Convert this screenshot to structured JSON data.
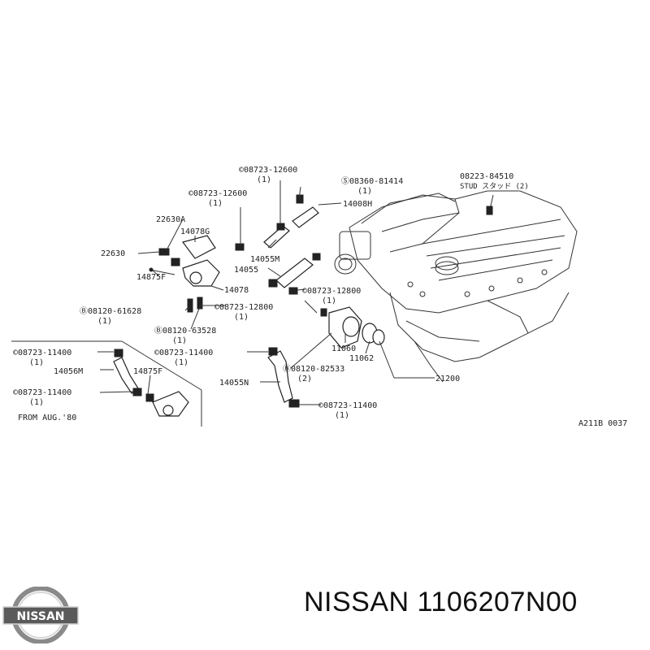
{
  "labels": {
    "c08723_12600_a": "©08723-12600",
    "q1_a": "(1)",
    "s08360_81414": "Ⓢ08360-81414",
    "q1_b": "(1)",
    "p08223_84510": "08223-84510",
    "stud": "STUD スタッド (2)",
    "c08723_12600_b": "©08723-12600",
    "q1_c": "(1)",
    "p14008H": "14008H",
    "p22630A": "22630A",
    "p14078G": "14078G",
    "p22630": "22630",
    "p14055M": "14055M",
    "p14055": "14055",
    "p14875F_a": "14875F",
    "p14078": "14078",
    "c08723_12800_a": "©08723-12800",
    "q1_d": "(1)",
    "b08120_61628": "Ⓑ08120-61628",
    "q1_e": "(1)",
    "c08723_12800_b": "©08723-12800",
    "q1_f": "(1)",
    "b08120_63528": "Ⓑ08120-63528",
    "q1_g": "(1)",
    "c08723_11400_a": "©08723-11400",
    "q1_h": "(1)",
    "c08723_11400_b": "©08723-11400",
    "q1_i": "(1)",
    "p14056M": "14056M",
    "p14875F_b": "14875F",
    "p11060": "11060",
    "p11062": "11062",
    "b08120_82533": "Ⓑ08120-82533",
    "q2": "(2)",
    "p21200": "21200",
    "c08723_11400_c": "©08723-11400",
    "q1_j": "(1)",
    "p14055N": "14055N",
    "c08723_11400_d": "©08723-11400",
    "q1_k": "(1)",
    "from_aug": "FROM AUG.'80",
    "ref": "A211B 0037"
  },
  "footer": {
    "brand_text": "NISSAN 1106207N00",
    "logo_text": "NISSAN"
  }
}
